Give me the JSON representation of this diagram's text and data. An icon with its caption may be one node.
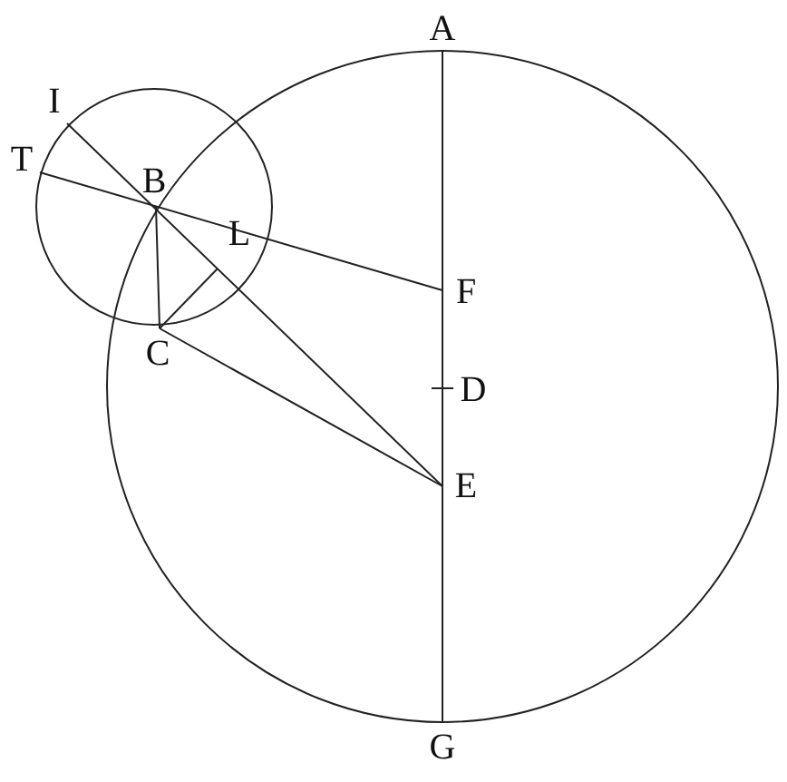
{
  "diagram": {
    "nodes": [
      {
        "text": [
          "A"
        ]
      },
      {
        "text": [
          "I"
        ]
      },
      {
        "text": [
          "T"
        ]
      },
      {
        "text": [
          "B"
        ]
      },
      {
        "text": [
          "L"
        ]
      },
      {
        "text": [
          "F"
        ]
      },
      {
        "text": [
          "C"
        ]
      },
      {
        "text": [
          "D"
        ]
      },
      {
        "text": [
          "E"
        ]
      },
      {
        "text": [
          "G"
        ]
      }
    ],
    "edges": [
      {
        "from": 0,
        "to": 9,
        "arrow": "none"
      },
      {
        "from": 1,
        "to": 8,
        "arrow": "none"
      },
      {
        "from": 2,
        "to": 5,
        "arrow": "none"
      },
      {
        "from": 3,
        "to": 6,
        "arrow": "none"
      },
      {
        "from": 6,
        "to": 8,
        "arrow": "none"
      },
      {
        "from": 6,
        "to": 4,
        "arrow": "none"
      }
    ]
  }
}
